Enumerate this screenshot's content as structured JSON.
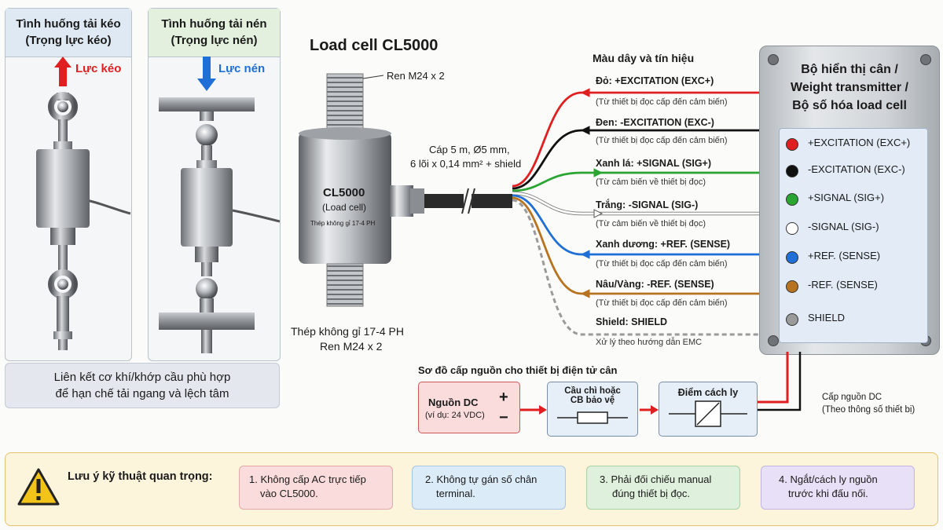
{
  "left": {
    "tension_title": "Tình huống tải kéo",
    "tension_subtitle": "(Trọng lực kéo)",
    "tension_force": "Lực kéo",
    "compression_title": "Tình huống tải nén",
    "compression_subtitle": "(Trọng lực nén)",
    "compression_force": "Lực nén",
    "note_line1": "Liên kết cơ khí/khớp cầu phù hợp",
    "note_line2": "để hạn chế tải ngang và lệch tâm"
  },
  "loadcell": {
    "title": "Load cell CL5000",
    "thread_top": "Ren M24 x 2",
    "body_model": "CL5000",
    "body_sub": "(Load cell)",
    "body_material": "Thép không gỉ 17-4 PH",
    "material": "Thép không gỉ 17-4 PH",
    "thread_bottom": "Ren M24 x 2",
    "cable_line1": "Cáp 5 m, Ø5 mm,",
    "cable_line2": "6 lõi x 0,14 mm² + shield"
  },
  "wiring": {
    "header": "Màu dây và tín hiệu",
    "wires": [
      {
        "title": "Đỏ: +EXCITATION (EXC+)",
        "sub": "(Từ thiết bị đọc cấp đến cảm biến)",
        "color": "#e02020"
      },
      {
        "title": "Đen: -EXCITATION (EXC-)",
        "sub": "(Từ thiết bị đọc cấp đến cảm biến)",
        "color": "#111111"
      },
      {
        "title": "Xanh lá: +SIGNAL (SIG+)",
        "sub": "(Từ cảm biến về thiết bị đọc)",
        "color": "#2aa532"
      },
      {
        "title": "Trắng: -SIGNAL (SIG-)",
        "sub": "(Từ cảm biến về thiết bị đọc)",
        "color": "#ffffff"
      },
      {
        "title": "Xanh dương: +REF. (SENSE)",
        "sub": "(Từ thiết bị đọc cấp đến cảm biến)",
        "color": "#1f6fd6"
      },
      {
        "title": "Nâu/Vàng: -REF. (SENSE)",
        "sub": "(Từ thiết bị đọc cấp đến cảm biến)",
        "color": "#b87320"
      },
      {
        "title": "Shield: SHIELD",
        "sub": "Xử lý theo hướng dẫn EMC",
        "color": "#9a9a9a"
      }
    ]
  },
  "device": {
    "title_line1": "Bộ hiển thị cân /",
    "title_line2": "Weight transmitter /",
    "title_line3": "Bộ số hóa load cell",
    "pins": [
      {
        "label": "+EXCITATION (EXC+)",
        "color": "#e02020"
      },
      {
        "label": "-EXCITATION (EXC-)",
        "color": "#111111"
      },
      {
        "label": "+SIGNAL (SIG+)",
        "color": "#2aa532"
      },
      {
        "label": "-SIGNAL (SIG-)",
        "color": "#ffffff"
      },
      {
        "label": "+REF. (SENSE)",
        "color": "#1f6fd6"
      },
      {
        "label": "-REF. (SENSE)",
        "color": "#b87320"
      },
      {
        "label": "SHIELD",
        "color": "#9a9a9a"
      }
    ]
  },
  "power": {
    "header": "Sơ đồ cấp nguồn cho thiết bị điện tử cân",
    "dc_label": "Nguồn DC",
    "dc_sub": "(ví dụ: 24 VDC)",
    "plus": "+",
    "minus": "−",
    "fuse_line1": "Cầu chì hoặc",
    "fuse_line2": "CB bảo vệ",
    "isolation": "Điểm cách ly",
    "supply_line1": "Cấp nguồn DC",
    "supply_line2": "(Theo thông số thiết bị)"
  },
  "warnings": {
    "title": "Lưu ý kỹ thuật quan trọng:",
    "items": [
      {
        "line1": "1. Không cấp AC trực tiếp",
        "line2": "vào CL5000."
      },
      {
        "line1": "2. Không tự gán số chân",
        "line2": "terminal."
      },
      {
        "line1": "3. Phải đối chiếu manual",
        "line2": "đúng thiết bị đọc."
      },
      {
        "line1": "4. Ngắt/cách ly nguồn",
        "line2": "trước khi đấu nối."
      }
    ]
  }
}
